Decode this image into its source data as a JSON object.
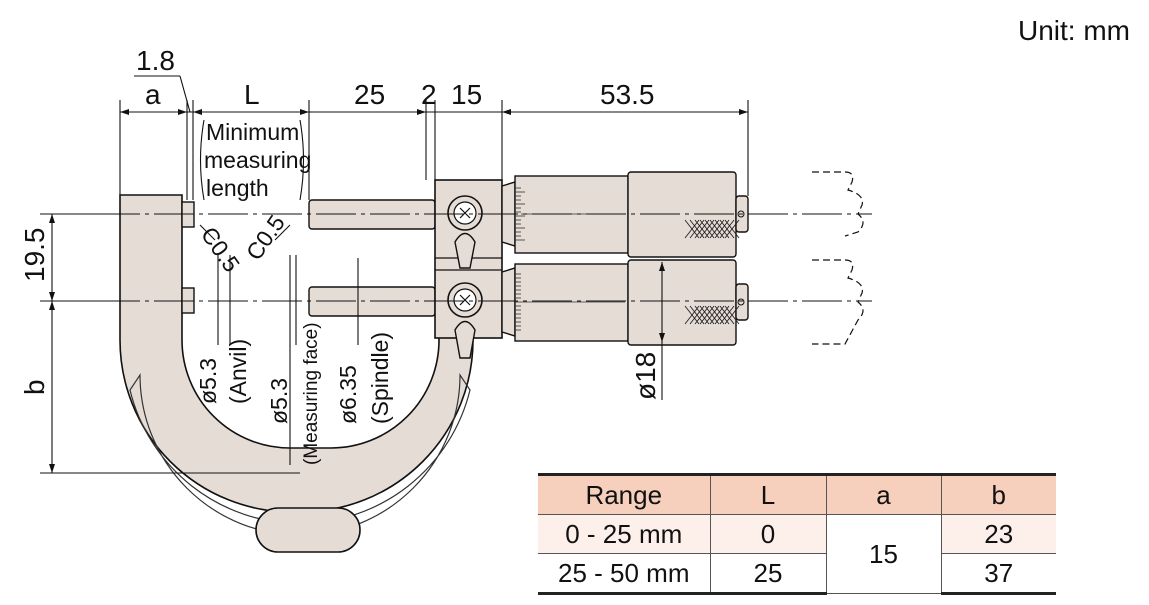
{
  "unit_label": "Unit: mm",
  "dimensions": {
    "anvil_chamfer_width": "1.8",
    "a": "a",
    "L": "L",
    "spindle_length": "25",
    "gap": "2",
    "sleeve": "15",
    "thimble_length": "53.5",
    "spindle_spacing": "19.5",
    "b": "b",
    "thimble_diameter": "ø18"
  },
  "annotations": {
    "min_length_line1": "Minimum",
    "min_length_line2": "measuring",
    "min_length_line3": "length",
    "chamfer_anvil": "C0.5",
    "chamfer_spindle": "C0.5",
    "anvil_diameter": "ø5.3",
    "anvil_label": "(Anvil)",
    "face_diameter": "ø5.3",
    "face_label": "(Measuring face)",
    "spindle_diameter": "ø6.35",
    "spindle_label": "(Spindle)"
  },
  "spec_table": {
    "headers": [
      "Range",
      "L",
      "a",
      "b"
    ],
    "rows": [
      {
        "range": "0 - 25 mm",
        "L": "0",
        "a": "15",
        "b": "23"
      },
      {
        "range": "25 - 50 mm",
        "L": "25",
        "b": "37"
      }
    ]
  },
  "colors": {
    "body_fill": "#e6dcd6",
    "table_header": "#f6d0bc",
    "table_row_tint": "#fdf0ea",
    "line": "#111111"
  }
}
